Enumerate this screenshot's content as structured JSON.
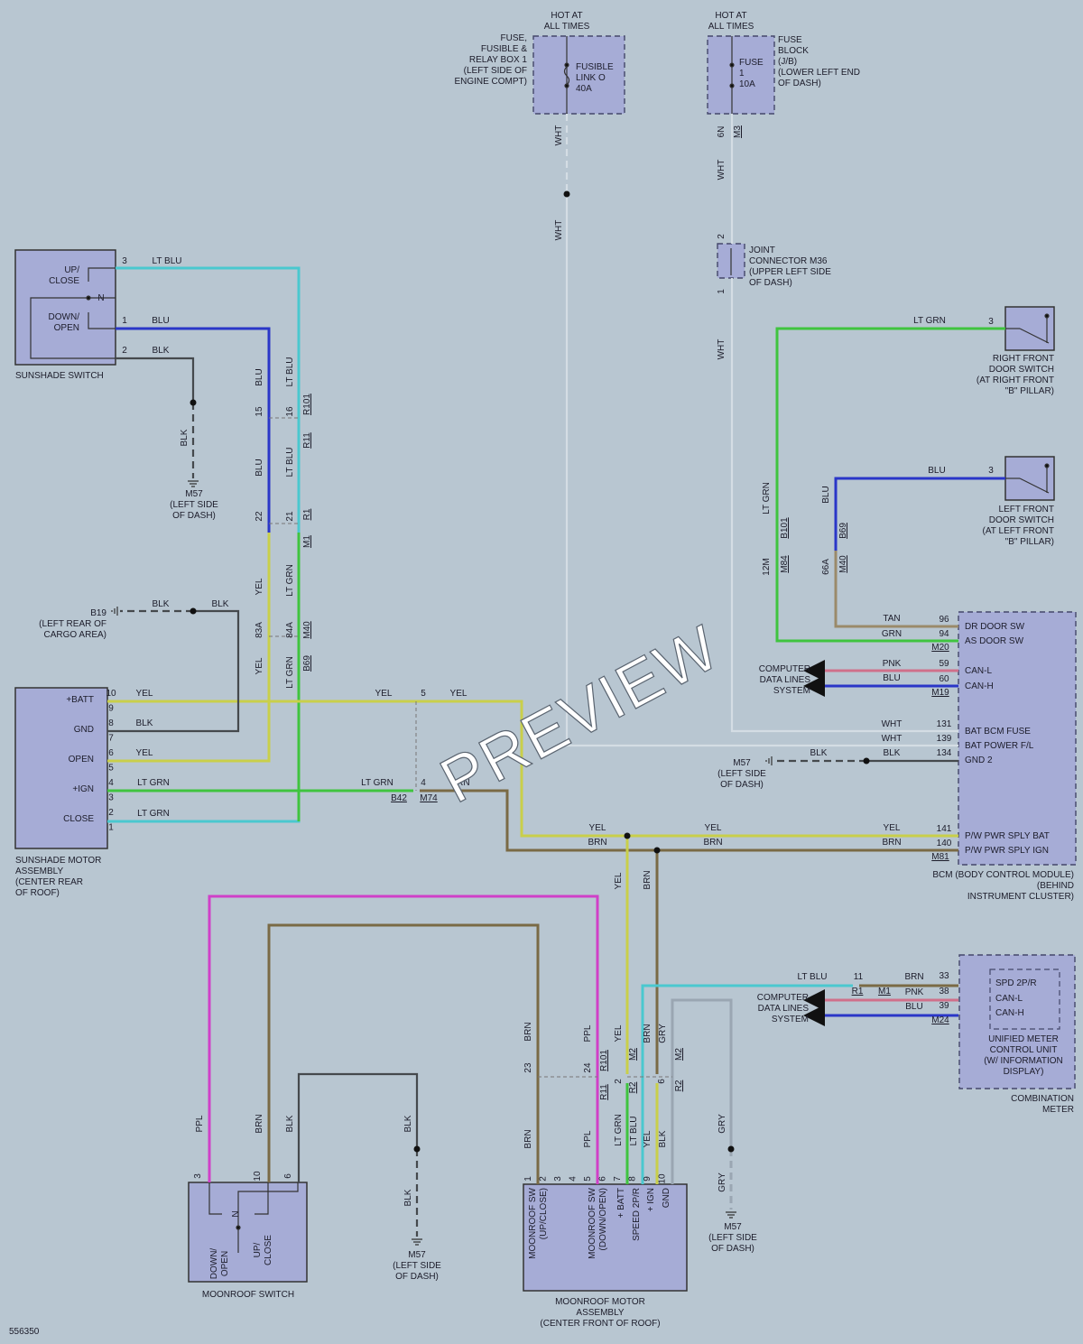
{
  "fuse_box1": {
    "hot": "HOT AT\nALL TIMES",
    "name": "FUSE,\nFUSIBLE &\nRELAY BOX 1\n(LEFT SIDE OF\nENGINE COMPT)",
    "link": "FUSIBLE\nLINK O\n40A"
  },
  "fuse_block": {
    "hot": "HOT AT\nALL TIMES",
    "name": "FUSE\nBLOCK\n(J/B)\n(LOWER LEFT END\nOF DASH)",
    "fuse": "FUSE\n1\n10A",
    "pin": "6N",
    "conn": "M3"
  },
  "joint": {
    "name": "JOINT\nCONNECTOR M36\n(UPPER LEFT SIDE\nOF DASH)",
    "pin_top": "2",
    "pin_bot": "1"
  },
  "sunshade_switch": {
    "name": "SUNSHADE SWITCH",
    "up": "UP/\nCLOSE",
    "down": "DOWN/\nOPEN",
    "n": "N",
    "p3": "3",
    "p1": "1",
    "p2": "2"
  },
  "sunshade_motor": {
    "name": "SUNSHADE MOTOR\nASSEMBLY\n(CENTER REAR\nOF ROOF)",
    "labels": [
      "+BATT",
      "GND",
      "OPEN",
      "+IGN",
      "CLOSE"
    ],
    "pins": [
      "10",
      "9",
      "8",
      "7",
      "6",
      "5",
      "4",
      "3",
      "2",
      "1"
    ]
  },
  "right_door": {
    "name": "RIGHT FRONT\nDOOR SWITCH\n(AT RIGHT FRONT\n\"B\" PILLAR)",
    "pin": "3"
  },
  "left_door": {
    "name": "LEFT FRONT\nDOOR SWITCH\n(AT LEFT FRONT\n\"B\" PILLAR)",
    "pin": "3"
  },
  "bcm": {
    "name": "BCM (BODY CONTROL MODULE)\n(BEHIND\nINSTRUMENT CLUSTER)",
    "labels": [
      "DR DOOR SW",
      "AS DOOR SW",
      "CAN-L",
      "CAN-H",
      "BAT BCM FUSE",
      "BAT POWER F/L",
      "GND 2",
      "P/W PWR SPLY BAT",
      "P/W PWR SPLY IGN"
    ],
    "pins": [
      "96",
      "94",
      "59",
      "60",
      "131",
      "139",
      "134",
      "141",
      "140"
    ],
    "conns": [
      "M20",
      "M19",
      "M81"
    ]
  },
  "combo": {
    "name": "UNIFIED METER\nCONTROL UNIT\n(W/ INFORMATION\nDISPLAY)",
    "outer": "COMBINATION\nMETER",
    "labels": [
      "SPD 2P/R",
      "CAN-L",
      "CAN-H"
    ],
    "pins": [
      "33",
      "38",
      "39"
    ],
    "conn": "M24"
  },
  "can_bcm": "COMPUTER\nDATA LINES\nSYSTEM",
  "can_combo": "COMPUTER\nDATA LINES\nSYSTEM",
  "moonroof_switch": {
    "name": "MOONROOF SWITCH",
    "down": "DOWN/\nOPEN",
    "up": "UP/\nCLOSE",
    "n": "N",
    "pins": [
      "3",
      "10",
      "6"
    ]
  },
  "moonroof_motor": {
    "name": "MOONROOF MOTOR\nASSEMBLY\n(CENTER FRONT OF ROOF)",
    "labels": [
      "MOONROOF SW\n(UP/CLOSE)",
      "MOONROOF SW\n(DOWN/OPEN)",
      "+ BATT",
      "SPEED 2P/R",
      "+ IGN",
      "GND"
    ],
    "pins": [
      "1",
      "2",
      "3",
      "4",
      "5",
      "6",
      "7",
      "8",
      "9",
      "10"
    ]
  },
  "grounds": {
    "g1": "M57\n(LEFT SIDE\nOF DASH)",
    "g2": "B19\n(LEFT REAR OF\nCARGO AREA)",
    "g3": "M57\n(LEFT SIDE\nOF DASH)",
    "g4": "M57\n(LEFT SIDE\nOF DASH)",
    "g5": "M57\n(LEFT SIDE\nOF DASH)"
  },
  "wire_labels": {
    "wht1": "WHT",
    "wht2": "WHT",
    "wht3": "WHT",
    "wht4": "WHT",
    "wht5": "WHT",
    "wht6": "WHT",
    "ltblu_top": "LT BLU",
    "blu_top": "BLU",
    "blk_top": "BLK",
    "blk_vert": "BLK",
    "blu_v1": "BLU",
    "blu_v2": "BLU",
    "ltblu_v1": "LT BLU",
    "ltblu_v2": "LT BLU",
    "yel_v1": "YEL",
    "yel_v2": "YEL",
    "ltgrn_v1": "LT GRN",
    "ltgrn_v2": "LT GRN",
    "blk_b19a": "BLK",
    "blk_b19b": "BLK",
    "yel_m1": "YEL",
    "blk_m1": "BLK",
    "yel_m2": "YEL",
    "ltgrn_m1": "LT GRN",
    "ltgrn_m2": "LT GRN",
    "yel_h1": "YEL",
    "yel_h2": "YEL",
    "ltgrn_h": "LT GRN",
    "brn_h": "BRN",
    "ltgrn_r": "LT GRN",
    "blu_r": "BLU",
    "ltgrn_rv": "LT GRN",
    "blu_rv": "BLU",
    "tan": "TAN",
    "grn": "GRN",
    "pnk1": "PNK",
    "blu_can1": "BLU",
    "blk_gnd": "BLK",
    "blk_gnd2": "BLK",
    "yel_b1": "YEL",
    "yel_b2": "YEL",
    "yel_b3": "YEL",
    "brn_b1": "BRN",
    "brn_b2": "BRN",
    "brn_b3": "BRN",
    "yel_mv": "YEL",
    "brn_mv": "BRN",
    "ltblu_c": "LT BLU",
    "brn_c": "BRN",
    "pnk_c": "PNK",
    "blu_c": "BLU",
    "brn_s1": "BRN",
    "ppl_s1": "PPL",
    "yel_s": "YEL",
    "brn_s2": "BRN",
    "gry_s": "GRY",
    "ppl_l": "PPL",
    "brn_l": "BRN",
    "blk_l": "BLK",
    "blk_g4a": "BLK",
    "blk_g4b": "BLK",
    "brn_l2": "BRN",
    "ppl_l2": "PPL",
    "ltgrn_l": "LT GRN",
    "ltblu_l": "LT BLU",
    "yel_l": "YEL",
    "blk_l2": "BLK",
    "gry_g1": "GRY",
    "gry_g2": "GRY"
  },
  "pin_labels": {
    "p15": "15",
    "p16": "16",
    "p22": "22",
    "p21": "21",
    "p83a": "83A",
    "p84a": "84A",
    "p5": "5",
    "p4": "4",
    "p12m": "12M",
    "p66a": "66A",
    "p23": "23",
    "p24": "24",
    "pm2": "2",
    "pm6": "6",
    "p11": "11"
  },
  "conn_labels": {
    "r101a": "R101",
    "r11a": "R11",
    "r1a": "R1",
    "m1a": "M1",
    "m40a": "M40",
    "b69a": "B69",
    "b42": "B42",
    "m74": "M74",
    "b101": "B101",
    "m84": "M84",
    "b69b": "B69",
    "m40b": "M40",
    "r101b": "R101",
    "r11b": "R11",
    "m2a": "M2",
    "r2a": "R2",
    "m2b": "M2",
    "r2b": "R2",
    "r1b": "R1",
    "m1b": "M1"
  },
  "watermark": "PREVIEW",
  "diagram_id": "556350"
}
